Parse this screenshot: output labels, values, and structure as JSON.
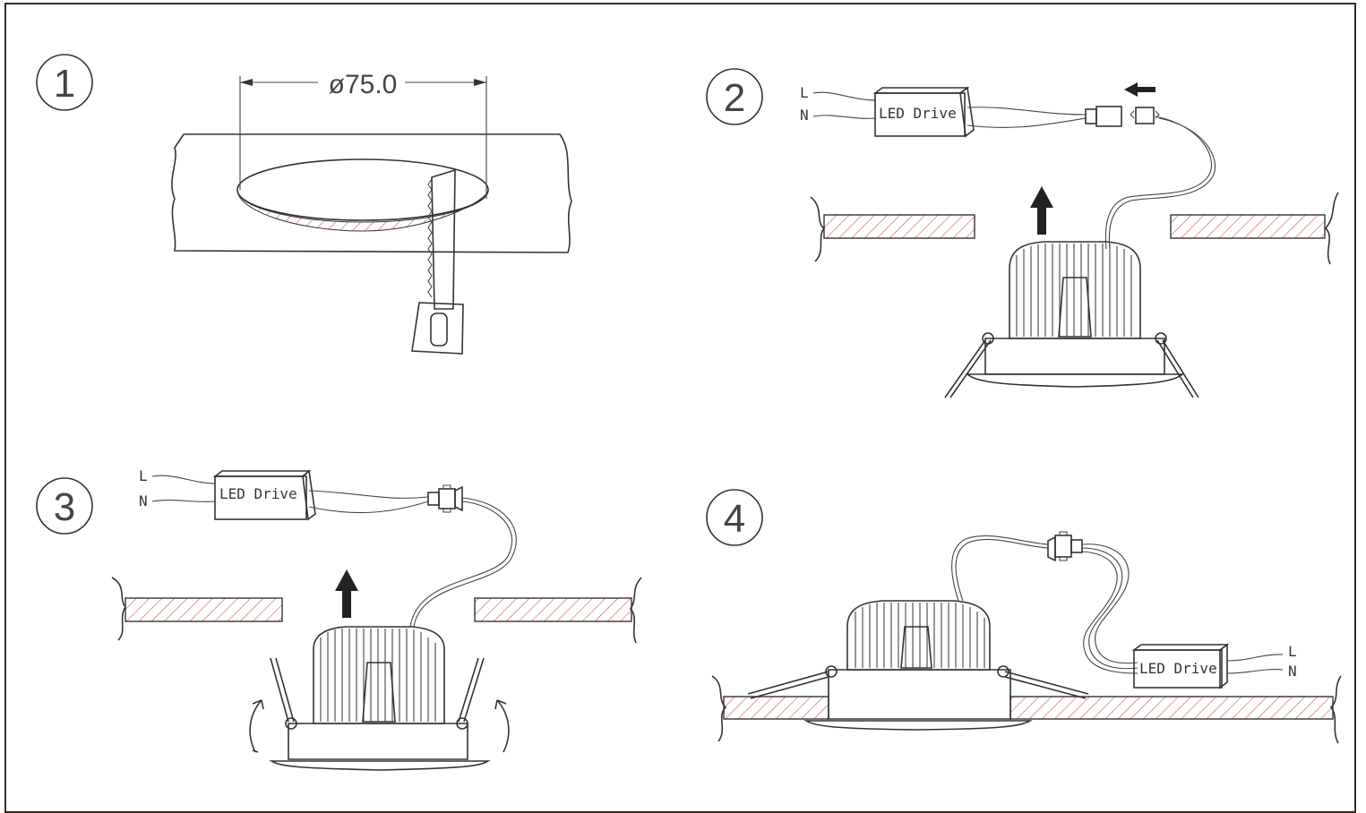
{
  "steps": {
    "s1": "1",
    "s2": "2",
    "s3": "3",
    "s4": "4"
  },
  "dimension": "ø75.0",
  "driver_label": "LED Drive",
  "live_label": "L",
  "neutral_label": "N",
  "colors": {
    "frame": "#3a2a20",
    "hatch": "#d9534f",
    "line": "#333333"
  }
}
